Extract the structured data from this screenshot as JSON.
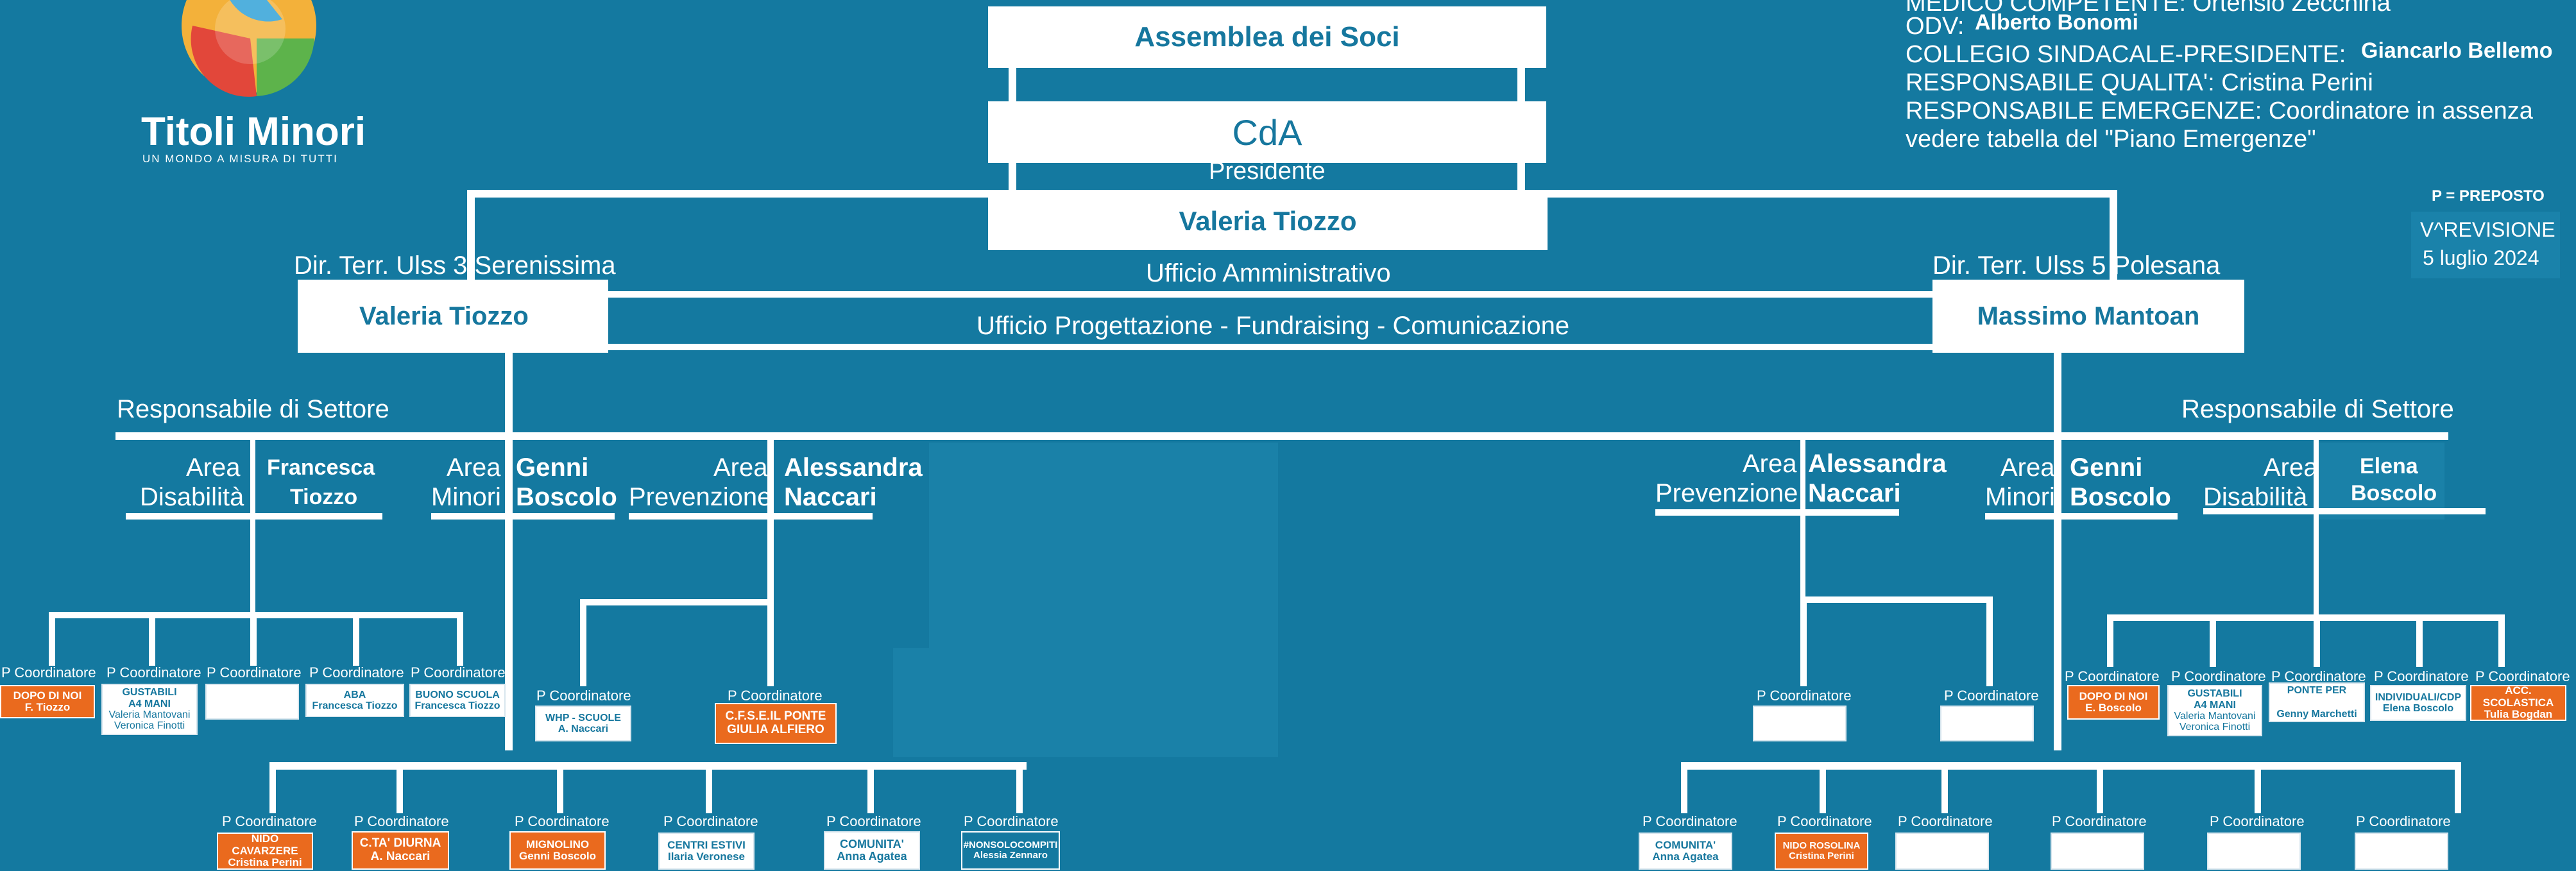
{
  "logo": {
    "name": "Titoli Minori",
    "tagline": "UN MONDO A MISURA DI TUTTI"
  },
  "info": {
    "medico": "MEDICO COMPETENTE: Ortensio Zecchina",
    "odv_label": "ODV:",
    "odv_name": "Alberto Bonomi",
    "collegio_label": "COLLEGIO SINDACALE-PRESIDENTE:",
    "collegio_name": "Giancarlo Bellemo",
    "qualita": "RESPONSABILE QUALITA': Cristina Perini",
    "emergenze_1": "RESPONSABILE EMERGENZE: Coordinatore in assenza",
    "emergenze_2": "vedere tabella del \"Piano Emergenze\""
  },
  "legend": {
    "preposto": "P = PREPOSTO",
    "revision": "V^REVISIONE",
    "date": "5 luglio 2024"
  },
  "top": {
    "assemblea": "Assemblea dei Soci",
    "cda": "CdA",
    "presidente_label": "Presidente",
    "presidente_name": "Valeria Tiozzo",
    "ufficio_amm": "Ufficio Amministrativo",
    "ufficio_prog": "Ufficio Progettazione - Fundraising - Comunicazione"
  },
  "left_dir": {
    "label": "Dir. Terr. Ulss 3 Serenissima",
    "name": "Valeria Tiozzo"
  },
  "right_dir": {
    "label": "Dir. Terr. Ulss 5 Polesana",
    "name": "Massimo Mantoan"
  },
  "left_resp": "Responsabile di Settore",
  "right_resp": "Responsabile di Settore",
  "left_areas": [
    {
      "area1": "Area",
      "area2": "Disabilità",
      "name1": "Francesca",
      "name2": "Tiozzo"
    },
    {
      "area1": "Area",
      "area2": "Minori",
      "name1": "Genni",
      "name2": "Boscolo"
    },
    {
      "area1": "Area",
      "area2": "Prevenzione",
      "name1": "Alessandra",
      "name2": "Naccari"
    }
  ],
  "right_areas": [
    {
      "area1": "Area",
      "area2": "Prevenzione",
      "name1": "Alessandra",
      "name2": "Naccari"
    },
    {
      "area1": "Area",
      "area2": "Minori",
      "name1": "Genni",
      "name2": "Boscolo"
    },
    {
      "area1": "Area",
      "area2": "Disabilità",
      "name1": "Elena",
      "name2": "Boscolo"
    }
  ],
  "coord_label": "P Coordinatore",
  "left_disab_nodes": [
    {
      "l1": "DOPO DI NOI",
      "l2": "F. Tiozzo",
      "l3": ""
    },
    {
      "l1": "GUSTABILI",
      "l2": "A4 MANI",
      "l3": "Valeria Mantovani",
      "l4": "Veronica Finotti"
    },
    {
      "l1": "",
      "l2": "",
      "l3": ""
    },
    {
      "l1": "ABA",
      "l2": "Francesca Tiozzo",
      "l3": ""
    },
    {
      "l1": "BUONO SCUOLA",
      "l2": "Francesca Tiozzo",
      "l3": ""
    }
  ],
  "left_prev_nodes": [
    {
      "l1": "WHP - SCUOLE",
      "l2": "A. Naccari"
    },
    {
      "l1": "C.F.S.E.IL PONTE",
      "l2": "GIULIA ALFIERO"
    }
  ],
  "left_minori_nodes": [
    {
      "l1": "NIDO CAVARZERE",
      "l2": "Cristina Perini"
    },
    {
      "l1": "C.TA' DIURNA",
      "l2": "A. Naccari"
    },
    {
      "l1": "MIGNOLINO",
      "l2": "Genni Boscolo"
    },
    {
      "l1": "CENTRI ESTIVI",
      "l2": "Ilaria Veronese"
    },
    {
      "l1": "COMUNITA'",
      "l2": "Anna Agatea"
    },
    {
      "l1": "#NONSOLOCOMPITI",
      "l2": "Alessia Zennaro"
    }
  ],
  "right_prev_nodes": [
    {
      "l1": "",
      "l2": ""
    },
    {
      "l1": "",
      "l2": ""
    }
  ],
  "right_disab_nodes": [
    {
      "l1": "DOPO DI NOI",
      "l2": "E. Boscolo"
    },
    {
      "l1": "GUSTABILI",
      "l2": "A4 MANI",
      "l3": "Valeria Mantovani",
      "l4": "Veronica Finotti"
    },
    {
      "l1": "PONTE PER",
      "l2": "Genny Marchetti"
    },
    {
      "l1": "INDIVIDUALI/CDP",
      "l2": "Elena Boscolo"
    },
    {
      "l1": "ACC. SCOLASTICA",
      "l2": "Tulia Bogdan"
    }
  ],
  "right_minori_nodes": [
    {
      "l1": "COMUNITA'",
      "l2": "Anna Agatea"
    },
    {
      "l1": "NIDO ROSOLINA",
      "l2": "Cristina Perini"
    },
    {
      "l1": "",
      "l2": ""
    },
    {
      "l1": "",
      "l2": ""
    },
    {
      "l1": "",
      "l2": ""
    },
    {
      "l1": "",
      "l2": ""
    }
  ],
  "colors": {
    "background": "#1479a0",
    "orange": "#ea6a1e",
    "white": "#ffffff",
    "text_blue": "#16779e"
  }
}
